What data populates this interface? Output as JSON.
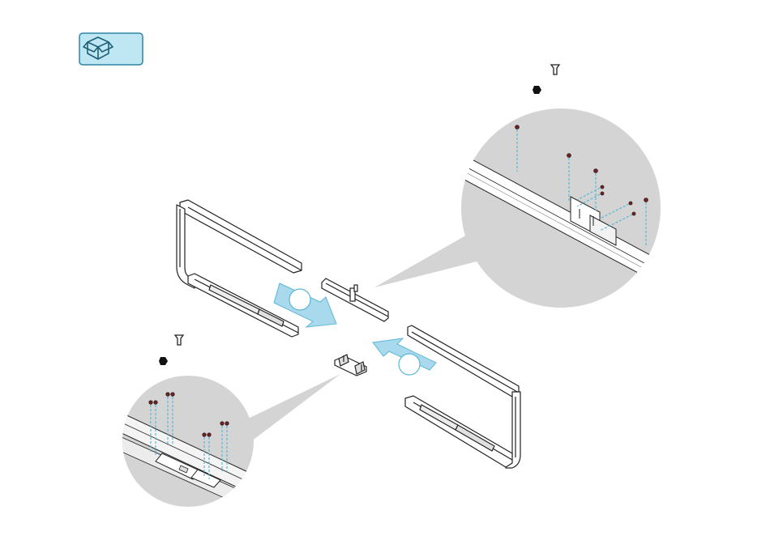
{
  "page": {
    "title": "",
    "step_number": ""
  },
  "parts_icon": {
    "icon": "box-icon",
    "color_fill": "#bfe6f3",
    "color_stroke": "#2f86a6"
  },
  "callouts": [
    {
      "id": "top-right",
      "screw_icon": "countersunk-screw-icon",
      "nut_icon": "hex-nut-icon"
    },
    {
      "id": "bottom-left",
      "screw_icon": "countersunk-screw-icon",
      "nut_icon": "hex-nut-icon"
    }
  ],
  "arrows": [
    {
      "id": "left-arrow",
      "direction": "down-right",
      "color": "#a9d9ec"
    },
    {
      "id": "right-arrow",
      "direction": "up-left",
      "color": "#a9d9ec"
    }
  ],
  "colors": {
    "zoom_circle": "#d4d4d4",
    "frame_stroke": "#222222",
    "dashed_line": "#5bb7d6",
    "screw_head": "#c0392b"
  }
}
